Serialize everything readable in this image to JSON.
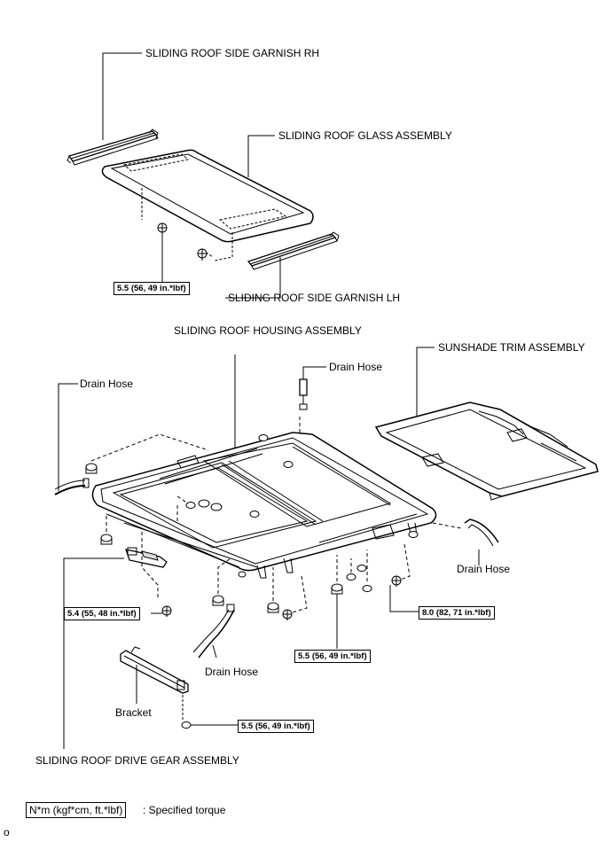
{
  "labels": {
    "garnish_rh": "SLIDING ROOF SIDE GARNISH RH",
    "glass_assembly": "SLIDING ROOF GLASS ASSEMBLY",
    "garnish_lh": "SLIDING ROOF SIDE GARNISH LH",
    "housing_assembly": "SLIDING ROOF HOUSING ASSEMBLY",
    "sunshade_trim": "SUNSHADE TRIM ASSEMBLY",
    "drain_hose_left": "Drain Hose",
    "drain_hose_top": "Drain Hose",
    "drain_hose_right": "Drain Hose",
    "drain_hose_bottom": "Drain Hose",
    "bracket": "Bracket",
    "drive_gear": "SLIDING ROOF DRIVE GEAR ASSEMBLY"
  },
  "torques": {
    "glass_bolt": "5.5 (56, 49 in.*lbf)",
    "gear_bolt": "5.4 (55, 48 in.*lbf)",
    "housing_bolt": "5.5 (56, 49 in.*lbf)",
    "right_bolt": "8.0 (82, 71 in.*lbf)",
    "bracket_bolt": "5.5 (56, 49 in.*lbf)"
  },
  "legend": {
    "unit_box": "N*m (kgf*cm, ft.*lbf)",
    "description": ": Specified torque"
  },
  "corner_mark": "o"
}
